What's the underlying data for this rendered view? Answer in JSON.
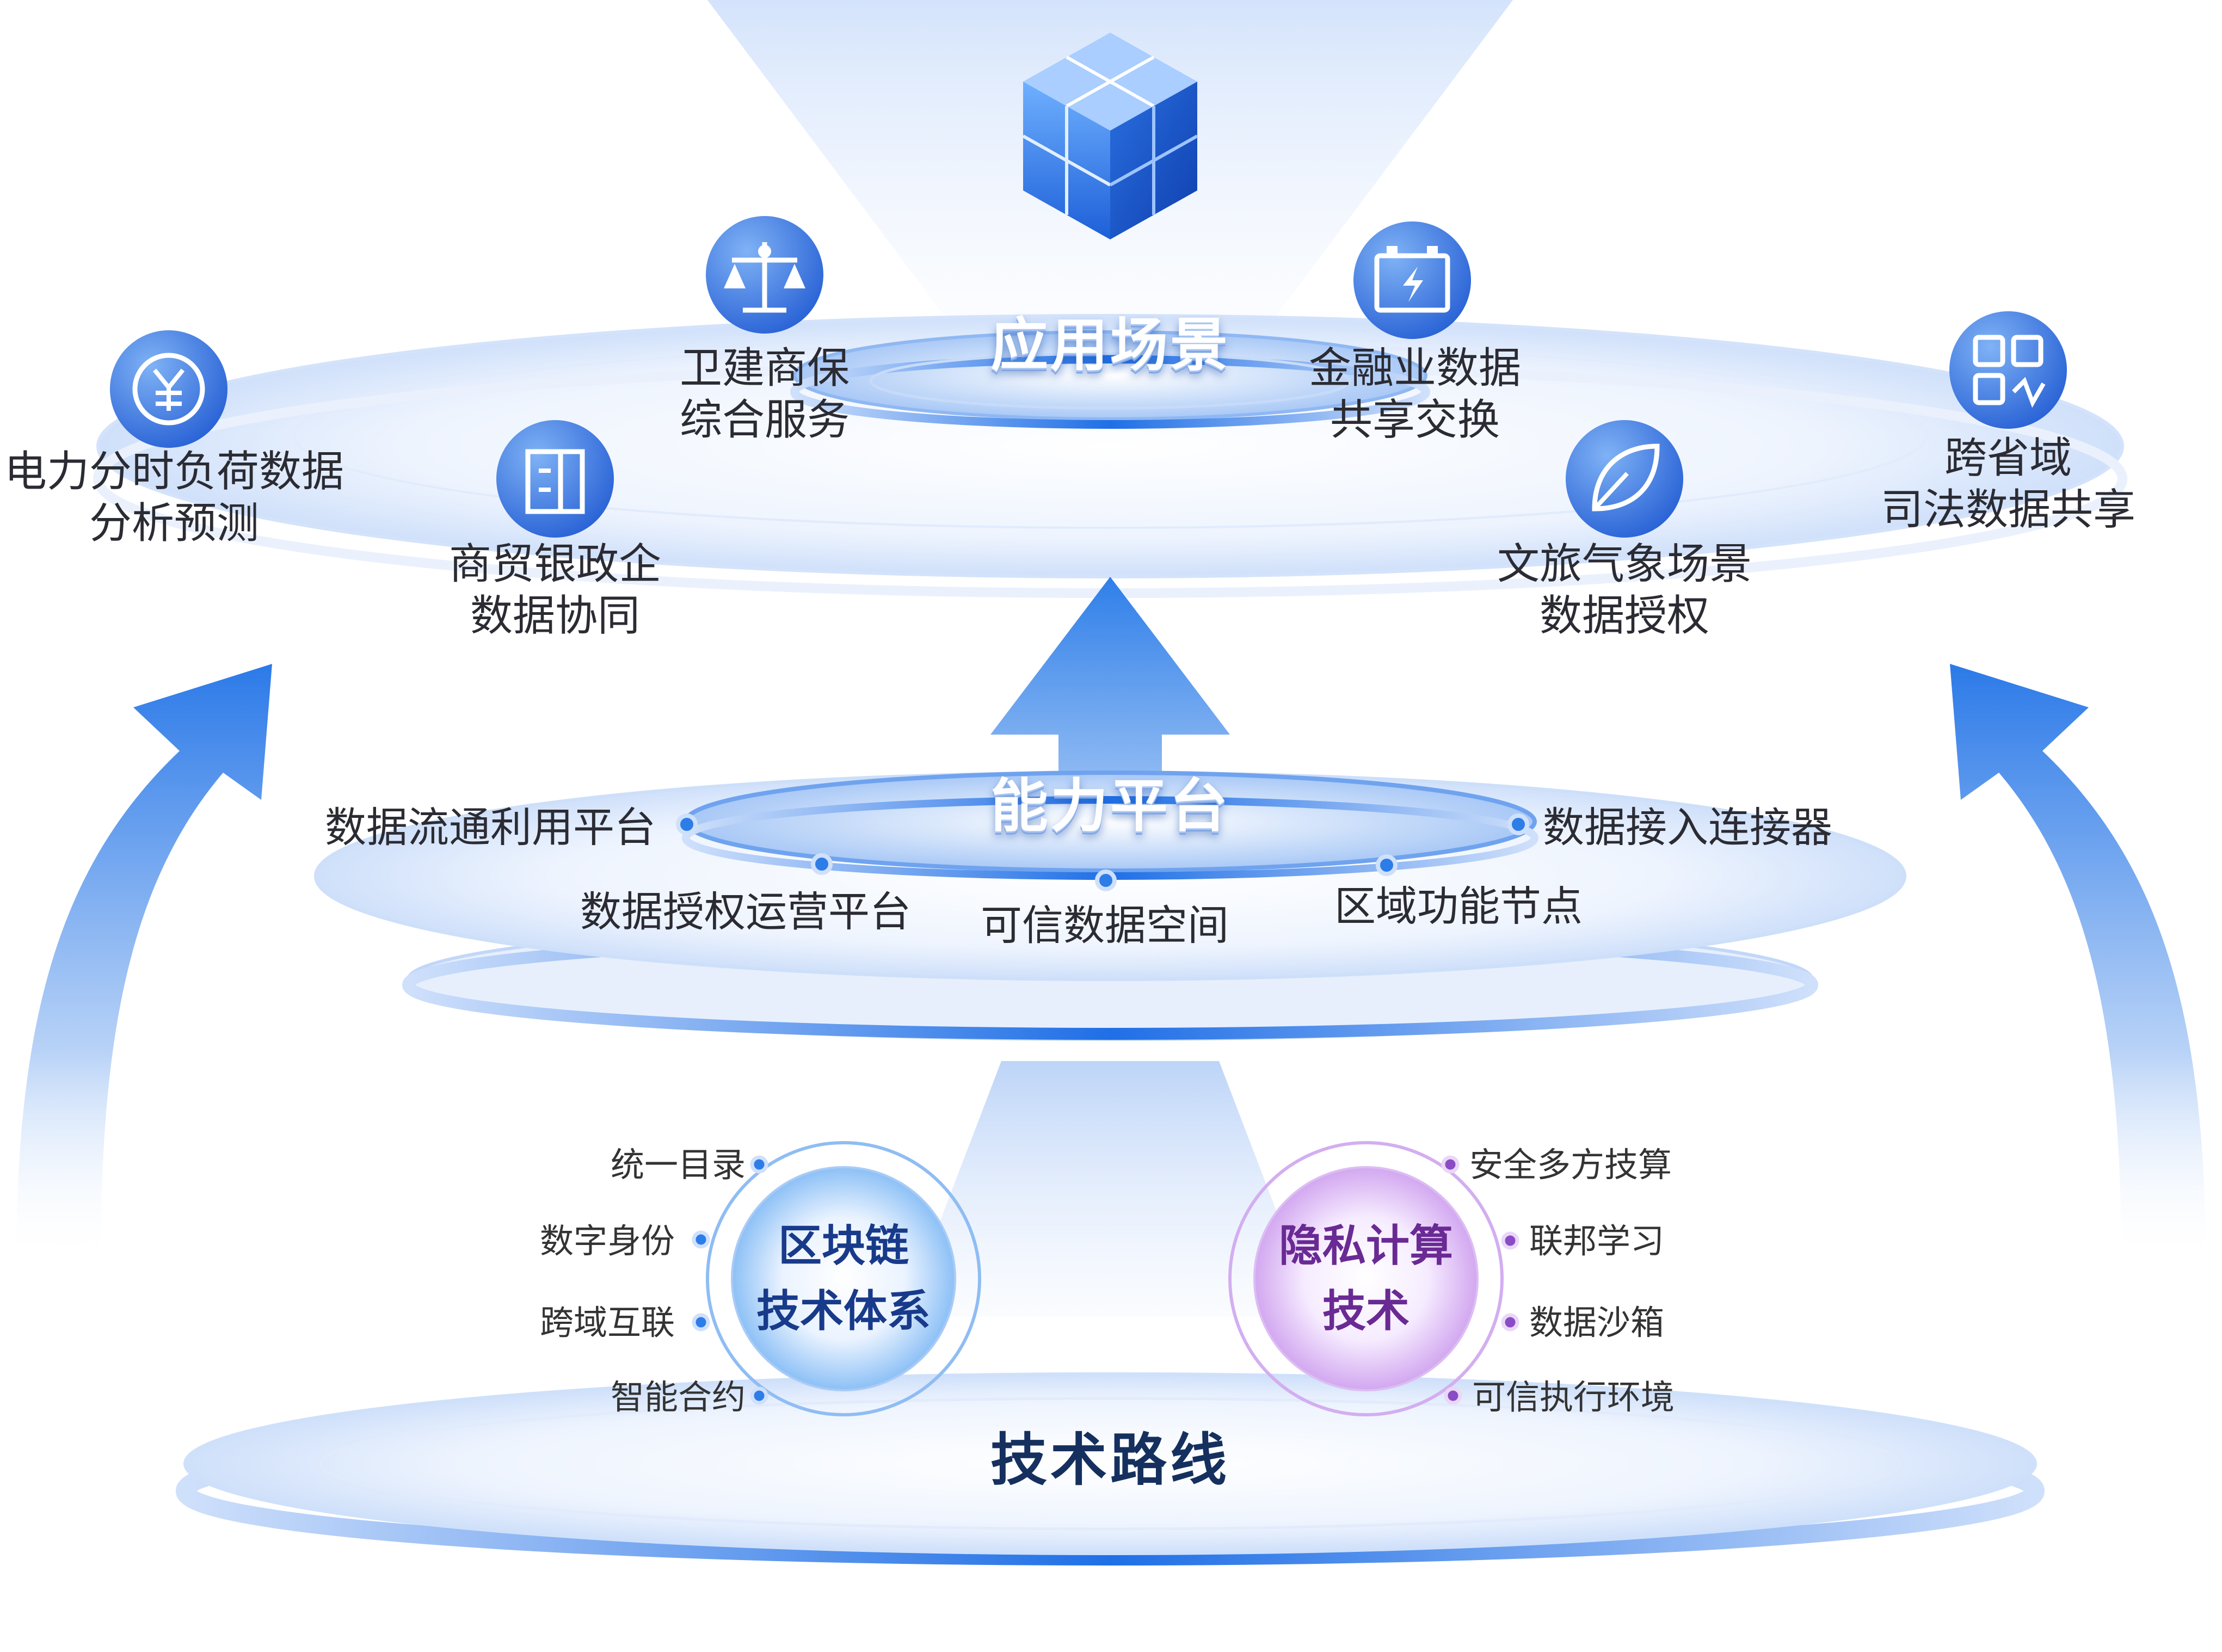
{
  "layers": {
    "application": {
      "title": "应用场景"
    },
    "platform": {
      "title": "能力平台"
    },
    "technology": {
      "title": "技术路线"
    }
  },
  "scenarios": [
    {
      "icon": "yuan-coin-icon",
      "lines": [
        "电力分时负荷数据",
        "分析预测"
      ]
    },
    {
      "icon": "scale-balance-icon",
      "lines": [
        "卫建商保",
        "综合服务"
      ]
    },
    {
      "icon": "building-icon",
      "lines": [
        "商贸银政企",
        "数据协同"
      ]
    },
    {
      "icon": "battery-bolt-icon",
      "lines": [
        "金融业数据",
        "共享交换"
      ]
    },
    {
      "icon": "leaf-icon",
      "lines": [
        "文旅气象场景",
        "数据授权"
      ]
    },
    {
      "icon": "qr-link-icon",
      "lines": [
        "跨省域",
        "司法数据共享"
      ]
    }
  ],
  "platforms": [
    "数据流通利用平台",
    "数据授权运营平台",
    "可信数据空间",
    "区域功能节点",
    "数据接入连接器"
  ],
  "blockchain": {
    "title_lines": [
      "区块链",
      "技术体系"
    ],
    "items": [
      "统一目录",
      "数字身份",
      "跨域互联",
      "智能合约"
    ]
  },
  "privacy": {
    "title_lines": [
      "隐私计算",
      "技术"
    ],
    "items": [
      "安全多方技算",
      "联邦学习",
      "数据沙箱",
      "可信执行环境"
    ]
  },
  "colors": {
    "primary_blue": "#2d7de8",
    "deep_blue": "#1e4fb8",
    "purple": "#8a4cc4",
    "title_dark": "#15305e"
  }
}
